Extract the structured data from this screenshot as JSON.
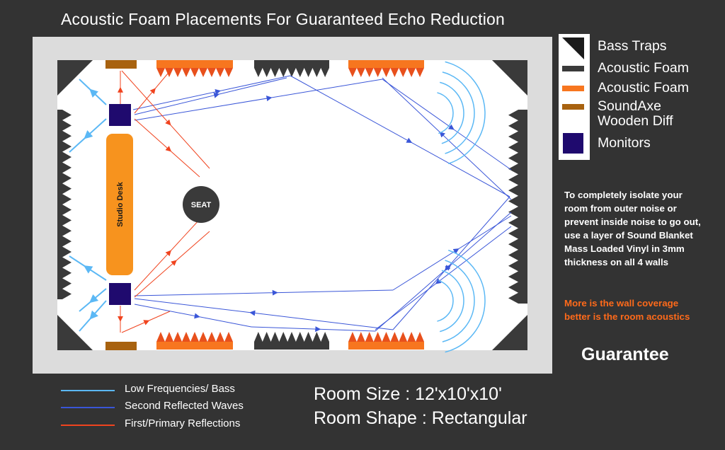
{
  "title": "Acoustic Foam Placements For Guaranteed Echo Reduction",
  "colors": {
    "background": "#333333",
    "room_border": "#dcdcdc",
    "room_floor": "#ffffff",
    "bass_trap": "#3a3a3a",
    "acoustic_foam_dark": "#3a3a3a",
    "acoustic_foam_orange": "#f7761f",
    "foam_spikes_orange": "#e8501c",
    "soundaxe_wood": "#a8620f",
    "monitor": "#1f0a6e",
    "desk": "#f7931e",
    "seat": "#3a3a3a",
    "low_freq": "#5bb8f5",
    "second_reflection": "#3a56d8",
    "first_reflection": "#f0431e",
    "note_highlight": "#ff6a1a"
  },
  "legend_right": [
    {
      "icon": "bass-trap-icon",
      "label": "Bass Traps"
    },
    {
      "icon": "acoustic-foam-dark-icon",
      "label": "Acoustic Foam"
    },
    {
      "icon": "acoustic-foam-orange-icon",
      "label": "Acoustic Foam"
    },
    {
      "icon": "soundaxe-wood-icon",
      "label": "SoundAxe\nWooden Diff"
    },
    {
      "icon": "monitor-icon",
      "label": "Monitors"
    }
  ],
  "legend_right_labels": {
    "bass_traps": "Bass Traps",
    "foam_dark": "Acoustic Foam",
    "foam_orange": "Acoustic Foam",
    "soundaxe_1": "SoundAxe",
    "soundaxe_2": "Wooden Diff",
    "monitors": "Monitors"
  },
  "room": {
    "desk_label": "Studio Desk",
    "seat_label": "SEAT"
  },
  "note": "To completely isolate your room from outer noise or prevent inside noise to go out, use a layer of Sound Blanket Mass Loaded Vinyl in 3mm thickness on all 4 walls",
  "note_highlight": "More is the wall coverage better is the room acoustics",
  "guarantee": "Guarantee",
  "legend_bottom": [
    {
      "label": "Low Frequencies/ Bass",
      "color": "#5bb8f5"
    },
    {
      "label": "Second Reflected Waves",
      "color": "#3a56d8"
    },
    {
      "label": "First/Primary Reflections",
      "color": "#f0431e"
    }
  ],
  "room_info": {
    "size": "Room Size : 12'x10'x10'",
    "shape": "Room Shape : Rectangular"
  }
}
